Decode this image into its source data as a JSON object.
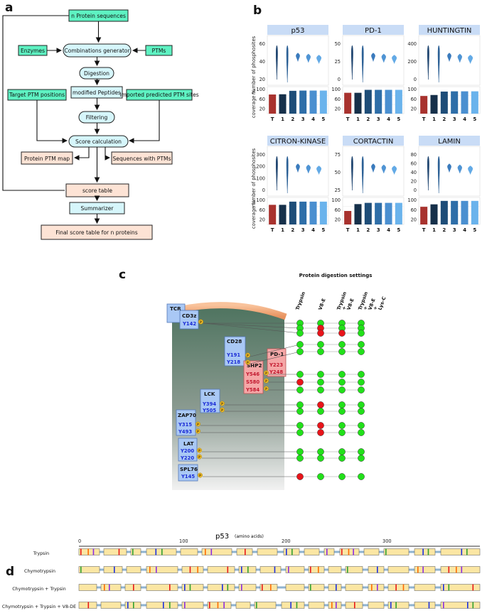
{
  "panel_a": {
    "letter": "a",
    "boxes": {
      "n_protein": "n Protein sequences",
      "enzymes": "Enzymes",
      "comb": "Combinations generator",
      "ptms": "PTMs",
      "digestion": "Digestion",
      "modified": "modified Peptides",
      "target": "Target PTM positions",
      "imported": "Imported predicted PTM sites",
      "filtering": "Filtering",
      "score_calc": "Score calculation",
      "ptm_map": "Protein PTM map",
      "seq_ptms": "Sequences with PTMs",
      "score_table": "score table",
      "summarizer": "Summarizer",
      "final": "Final score table for n proteins"
    }
  },
  "panel_b": {
    "letter": "b",
    "violin_ylabel": "number of phosphosites",
    "bar_ylabel": "coverage %",
    "categories": [
      "T",
      "1",
      "2",
      "3",
      "4",
      "5"
    ],
    "bar_colors": [
      "#a8322e",
      "#16304a",
      "#1e4d78",
      "#2e6ea8",
      "#4a8fd0",
      "#6ab3ec"
    ],
    "proteins": [
      {
        "name": "p53",
        "violin_ticks": [
          "60",
          "40",
          "20"
        ],
        "coverage": [
          78,
          79,
          93,
          94,
          94,
          94
        ]
      },
      {
        "name": "PD-1",
        "violin_ticks": [
          "50",
          "25",
          "0"
        ],
        "coverage": [
          85,
          85,
          97,
          97,
          97,
          97
        ]
      },
      {
        "name": "HUNTINGTIN",
        "violin_ticks": [
          "400",
          "200",
          "0"
        ],
        "coverage": [
          72,
          76,
          90,
          91,
          91,
          91
        ]
      },
      {
        "name": "CITRON-KINASE",
        "violin_ticks": [
          "300",
          "200",
          "100",
          "0"
        ],
        "coverage": [
          80,
          80,
          93,
          93,
          93,
          93
        ]
      },
      {
        "name": "CORTACTIN",
        "violin_ticks": [
          "75",
          "50",
          "25"
        ],
        "coverage": [
          55,
          83,
          88,
          88,
          88,
          88
        ]
      },
      {
        "name": "LAMIN",
        "violin_ticks": [
          "80",
          "60",
          "40",
          "20",
          "0"
        ],
        "coverage": [
          72,
          82,
          96,
          96,
          96,
          96
        ]
      }
    ],
    "bar_ticks": [
      "100",
      "60",
      "20"
    ]
  },
  "panel_c": {
    "letter": "c",
    "settings_title": "Protein digestion settings",
    "columns": [
      "Trypsin",
      "V8-E",
      "Trypsin + V8-E",
      "Trypsin + V8-E + Lys-C"
    ],
    "proteins": [
      {
        "name": "TCR"
      },
      {
        "name": "CD3z",
        "sites": [
          "Y142"
        ]
      },
      {
        "name": "CD28",
        "sites": [
          "Y191",
          "Y218"
        ]
      },
      {
        "name": "PD-1",
        "sites": [
          "Y223",
          "Y248"
        ]
      },
      {
        "name": "SHP2",
        "sites": [
          "Y546",
          "S580",
          "Y584"
        ]
      },
      {
        "name": "LCK",
        "sites": [
          "Y394",
          "Y505"
        ]
      },
      {
        "name": "ZAP70",
        "sites": [
          "Y315",
          "Y493"
        ]
      },
      {
        "name": "LAT",
        "sites": [
          "Y200",
          "Y220"
        ]
      },
      {
        "name": "SPL76",
        "sites": [
          "Y145"
        ]
      }
    ],
    "phospho_marker": "P",
    "covered_color": "#22e01a",
    "missed_color": "#e8141a",
    "rows": [
      [
        1,
        1,
        1,
        1
      ],
      [
        1,
        0,
        1,
        1
      ],
      [
        1,
        0,
        0,
        1
      ],
      [
        1,
        1,
        1,
        1
      ],
      [
        1,
        1,
        1,
        1
      ],
      [
        1,
        1,
        1,
        1
      ],
      [
        0,
        1,
        1,
        1
      ],
      [
        1,
        1,
        1,
        1
      ],
      [
        1,
        0,
        1,
        1
      ],
      [
        1,
        1,
        1,
        1
      ],
      [
        1,
        0,
        1,
        1
      ],
      [
        1,
        0,
        1,
        1
      ],
      [
        1,
        1,
        1,
        1
      ],
      [
        1,
        1,
        1,
        1
      ],
      [
        0,
        1,
        1,
        1
      ]
    ]
  },
  "panel_d": {
    "letter": "d",
    "title": "p53",
    "subtitle": "(amino acids)",
    "axis_ticks": [
      "0",
      "100",
      "200",
      "300"
    ],
    "tracks": [
      "Trypsin",
      "Chymotrypsin",
      "Chymotrypsin + Trypsin",
      "Chymotrypsin + Trypsin + V8-DE"
    ]
  }
}
